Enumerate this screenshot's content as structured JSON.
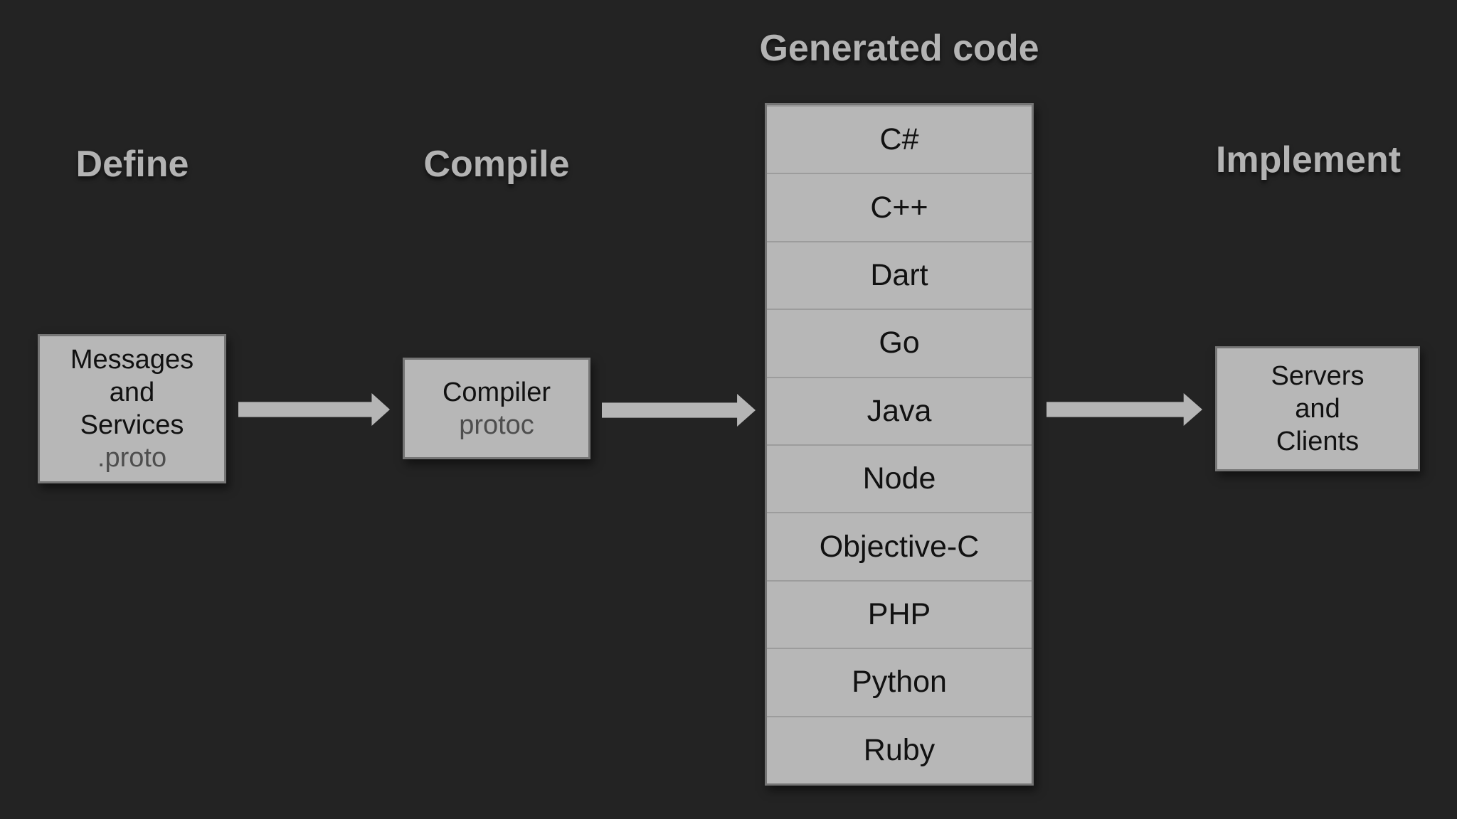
{
  "theme": {
    "background": "#232323",
    "box_fill": "#b7b7b7",
    "box_border": "#757575",
    "label_color": "#b3b3b3",
    "primary_text": "#111111",
    "secondary_text": "#4e4e4e",
    "arrow_color": "#b5b5b5",
    "separator_color": "#9c9c9c"
  },
  "stages": {
    "define": {
      "label": "Define"
    },
    "compile": {
      "label": "Compile"
    },
    "generated": {
      "label": "Generated code"
    },
    "implement": {
      "label": "Implement"
    }
  },
  "boxes": {
    "source": {
      "lines": [
        "Messages",
        "and",
        "Services"
      ],
      "subtitle": ".proto"
    },
    "compiler": {
      "title": "Compiler",
      "subtitle": "protoc"
    },
    "output": {
      "lines": [
        "Servers",
        "and",
        "Clients"
      ]
    }
  },
  "languages": [
    "C#",
    "C++",
    "Dart",
    "Go",
    "Java",
    "Node",
    "Objective-C",
    "PHP",
    "Python",
    "Ruby"
  ]
}
